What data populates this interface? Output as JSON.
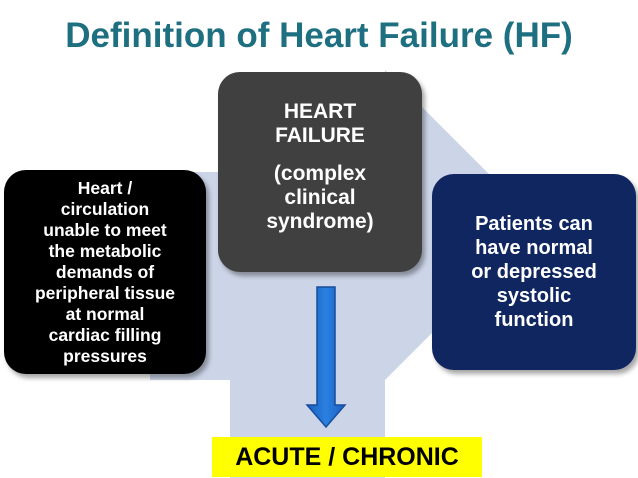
{
  "title": "Definition of Heart Failure (HF)",
  "left_box": {
    "lines": [
      "Heart /",
      "circulation",
      "unable to meet",
      "the metabolic",
      "demands of",
      "peripheral tissue",
      "at normal",
      "cardiac filling",
      "pressures"
    ]
  },
  "center_box": {
    "heading_lines": [
      "HEART",
      "FAILURE"
    ],
    "sub_lines": [
      "(complex",
      "clinical",
      "syndrome)"
    ]
  },
  "right_box": {
    "lines": [
      "Patients can",
      "have normal",
      "or depressed",
      "systolic",
      "function"
    ]
  },
  "banner": {
    "label": "ACUTE / CHRONIC"
  },
  "colors": {
    "title": "#1e7080",
    "left_box": "#000000",
    "center_box": "#404040",
    "right_box": "#102660",
    "backdrop_arrow": "#ccd5e8",
    "down_arrow": "#1f6fd0",
    "banner": "#ffff00"
  }
}
